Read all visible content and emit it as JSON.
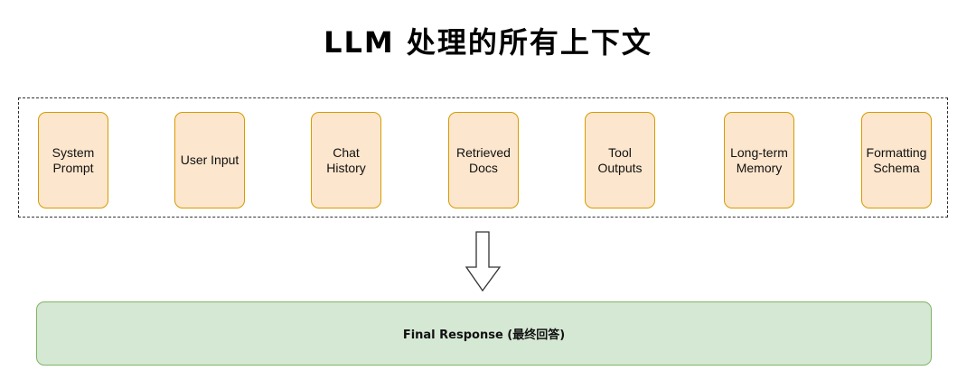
{
  "title": "LLM 处理的所有上下文",
  "context_items": [
    {
      "label": "System\nPrompt"
    },
    {
      "label": "User Input"
    },
    {
      "label": "Chat\nHistory"
    },
    {
      "label": "Retrieved\nDocs"
    },
    {
      "label": "Tool\nOutputs"
    },
    {
      "label": "Long-term\nMemory"
    },
    {
      "label": "Formatting\nSchema"
    }
  ],
  "final": {
    "label": "Final Response (最终回答)"
  },
  "colors": {
    "context_fill": "#fce6cd",
    "context_stroke": "#d79b00",
    "final_fill": "#d5e8d4",
    "final_stroke": "#82b366"
  },
  "icons": {
    "flow_arrow": "down-arrow-icon"
  }
}
